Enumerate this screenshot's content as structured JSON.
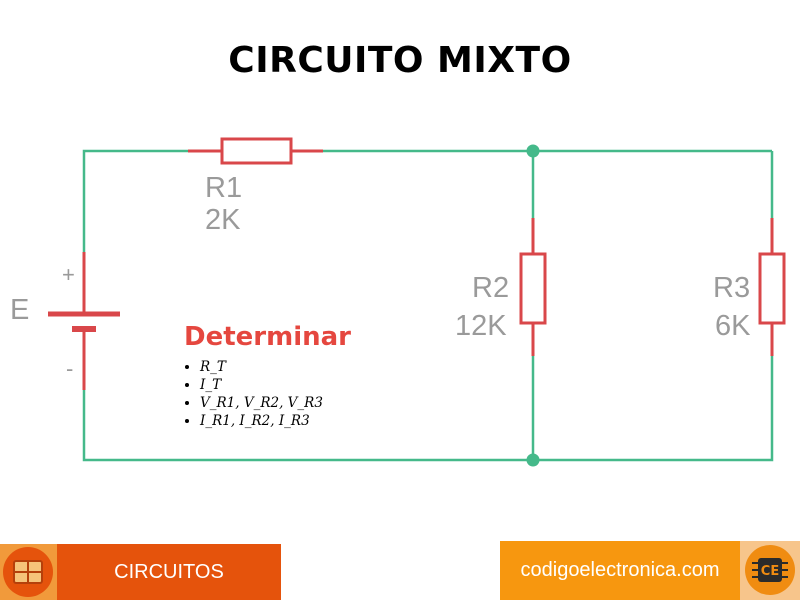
{
  "title": "CIRCUITO MIXTO",
  "circuit": {
    "source": {
      "label": "E",
      "plus": "+",
      "minus": "-"
    },
    "resistors": [
      {
        "id": "R1",
        "name": "R1",
        "value": "2K"
      },
      {
        "id": "R2",
        "name": "R2",
        "value": "12K"
      },
      {
        "id": "R3",
        "name": "R3",
        "value": "6K"
      }
    ],
    "colors": {
      "wire": "#45b98a",
      "component": "#d9474a",
      "label": "#9a9a9a"
    }
  },
  "determinar": {
    "heading": "Determinar",
    "items": [
      "R_T",
      "I_T",
      "V_R1, V_R2, V_R3",
      "I_R1, I_R2, I_R3"
    ]
  },
  "footer": {
    "left_label": "CIRCUITOS",
    "left_icon": "electronics-kit-logo-icon",
    "right_label": "codigoelectronica.com",
    "right_icon": "ce-chip-logo-icon"
  }
}
